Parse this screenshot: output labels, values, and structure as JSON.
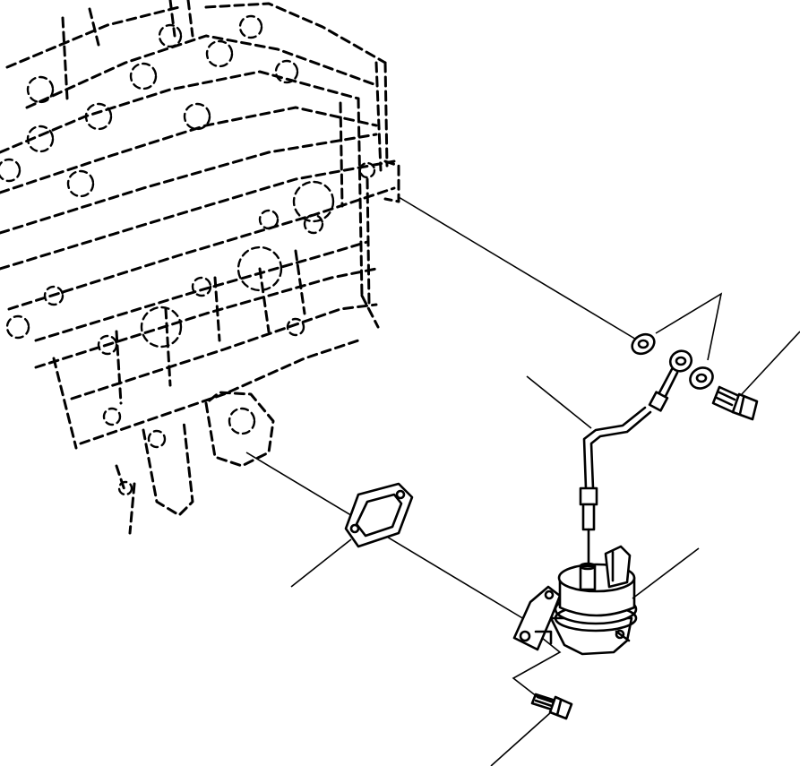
{
  "diagram": {
    "parts": [
      {
        "id": "engine-block",
        "depiction": "dashed-outline"
      },
      {
        "id": "washer-upper",
        "depiction": "solid"
      },
      {
        "id": "banjo-fitting",
        "depiction": "solid"
      },
      {
        "id": "washer-lower",
        "depiction": "solid"
      },
      {
        "id": "banjo-bolt",
        "depiction": "solid"
      },
      {
        "id": "fuel-hose",
        "depiction": "solid"
      },
      {
        "id": "gasket",
        "depiction": "solid"
      },
      {
        "id": "fuel-pump",
        "depiction": "solid"
      },
      {
        "id": "mounting-bolt",
        "depiction": "solid"
      }
    ],
    "leader_count": 5,
    "colors": {
      "line": "#000000",
      "background": "#ffffff"
    }
  }
}
